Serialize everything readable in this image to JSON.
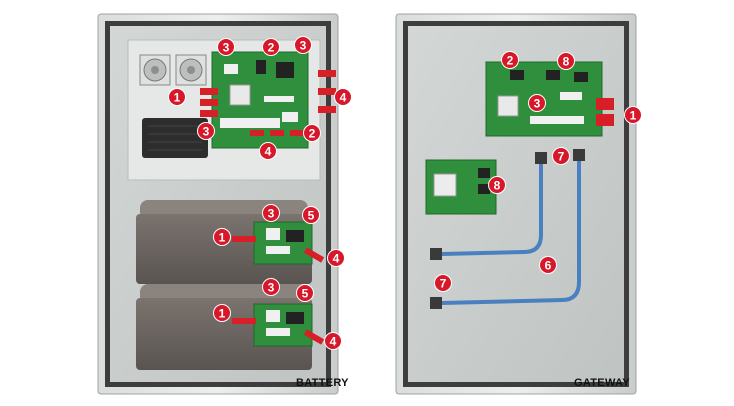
{
  "captions": {
    "left": "BATTERY",
    "right": "GATEWAY"
  },
  "colors": {
    "badge": "#d7182a",
    "pcb": "#2f8f3c",
    "cable": "#4a7fc0",
    "connector_red": "#d61f26",
    "battery_body": "#6b6561",
    "cabinet_frame": "#e1e4e3",
    "cabinet_panel": "#c9cecd"
  },
  "badges": {
    "battery": [
      "3",
      "2",
      "3",
      "1",
      "4",
      "3",
      "4",
      "2",
      "3",
      "5",
      "1",
      "4",
      "3",
      "5",
      "1",
      "4"
    ],
    "gateway": [
      "2",
      "8",
      "3",
      "1",
      "8",
      "7",
      "7",
      "6"
    ]
  }
}
